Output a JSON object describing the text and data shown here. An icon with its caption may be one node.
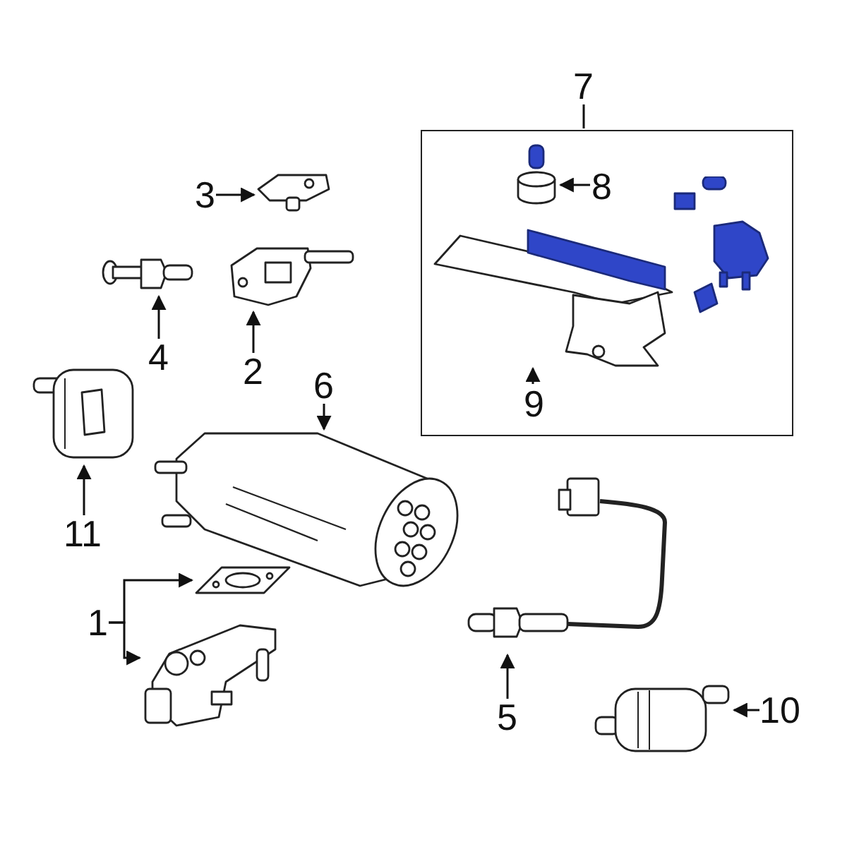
{
  "diagram": {
    "nodes": [
      {
        "text": [
          "1"
        ]
      },
      {
        "text": [],
        "shape": "picture"
      },
      {
        "text": [],
        "shape": "picture"
      },
      {
        "text": [
          "2"
        ]
      },
      {
        "text": [],
        "shape": "picture"
      },
      {
        "text": [
          "3"
        ]
      },
      {
        "text": [],
        "shape": "picture"
      },
      {
        "text": [
          "4"
        ]
      },
      {
        "text": [],
        "shape": "picture"
      },
      {
        "text": [
          "5"
        ]
      },
      {
        "text": [],
        "shape": "picture"
      },
      {
        "text": [
          "6"
        ]
      },
      {
        "text": [],
        "shape": "picture"
      },
      {
        "text": [
          "7"
        ]
      },
      {
        "text": [],
        "shape": "box"
      },
      {
        "text": [
          "8"
        ],
        "in": 14
      },
      {
        "text": [],
        "shape": "picture",
        "in": 14
      },
      {
        "text": [
          "9"
        ],
        "in": 14
      },
      {
        "text": [],
        "shape": "picture",
        "in": 14
      },
      {
        "text": [
          "10"
        ]
      },
      {
        "text": [],
        "shape": "picture"
      },
      {
        "text": [
          "11"
        ]
      },
      {
        "text": [],
        "shape": "picture"
      }
    ],
    "edges": [
      {
        "from": 0,
        "to": 1,
        "arrow": "to"
      },
      {
        "from": 0,
        "to": 2,
        "arrow": "to"
      },
      {
        "from": 3,
        "to": 4,
        "arrow": "to"
      },
      {
        "from": 5,
        "to": 6,
        "arrow": "to"
      },
      {
        "from": 7,
        "to": 8,
        "arrow": "to"
      },
      {
        "from": 9,
        "to": 10,
        "arrow": "to"
      },
      {
        "from": 11,
        "to": 12,
        "arrow": "to"
      },
      {
        "from": 13,
        "to": 14,
        "arrow": "none"
      },
      {
        "from": 15,
        "to": 16,
        "arrow": "to"
      },
      {
        "from": 17,
        "to": 18,
        "arrow": "to"
      },
      {
        "from": 19,
        "to": 20,
        "arrow": "to"
      },
      {
        "from": 21,
        "to": 22,
        "arrow": "to"
      }
    ]
  }
}
